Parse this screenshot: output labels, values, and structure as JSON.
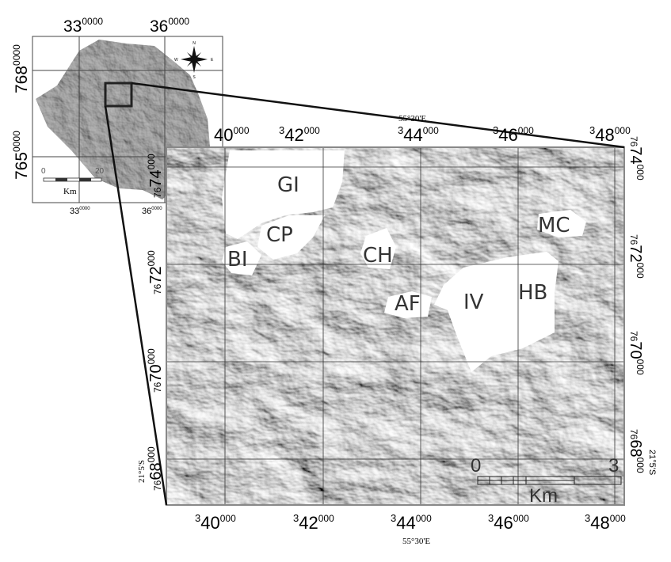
{
  "inset": {
    "top_ticks": [
      "33",
      "36"
    ],
    "top_sup": "0000",
    "left_ticks": [
      "768",
      "765"
    ],
    "left_sup": "0000",
    "bottom_ticks": [
      "33",
      "36"
    ],
    "bottom_sup": "0000",
    "scale": {
      "start": "0",
      "end": "20",
      "unit": "Km"
    },
    "compass": {
      "n": "N",
      "s": "S",
      "e": "E",
      "w": "W"
    }
  },
  "main": {
    "top_ticks": [
      "40",
      "42",
      "44",
      "46",
      "48"
    ],
    "bottom_ticks": [
      "40",
      "42",
      "44",
      "46",
      "48"
    ],
    "easting_prefix": "3",
    "easting_sup": "000",
    "left_ticks": [
      "74",
      "72",
      "70",
      "68"
    ],
    "right_ticks": [
      "74",
      "72",
      "70",
      "68"
    ],
    "northing_prefix": "76",
    "northing_sup": "000",
    "lon_label_top": "55°30'E",
    "lon_label_bottom": "55°30'E",
    "lat_label_left": "21°5'S",
    "lat_label_right": "21°5'S",
    "scale": {
      "start": "0",
      "end": "3",
      "unit": "Km"
    },
    "areas": [
      "GI",
      "CP",
      "BI",
      "CH",
      "AF",
      "IV",
      "HB",
      "MC"
    ]
  }
}
